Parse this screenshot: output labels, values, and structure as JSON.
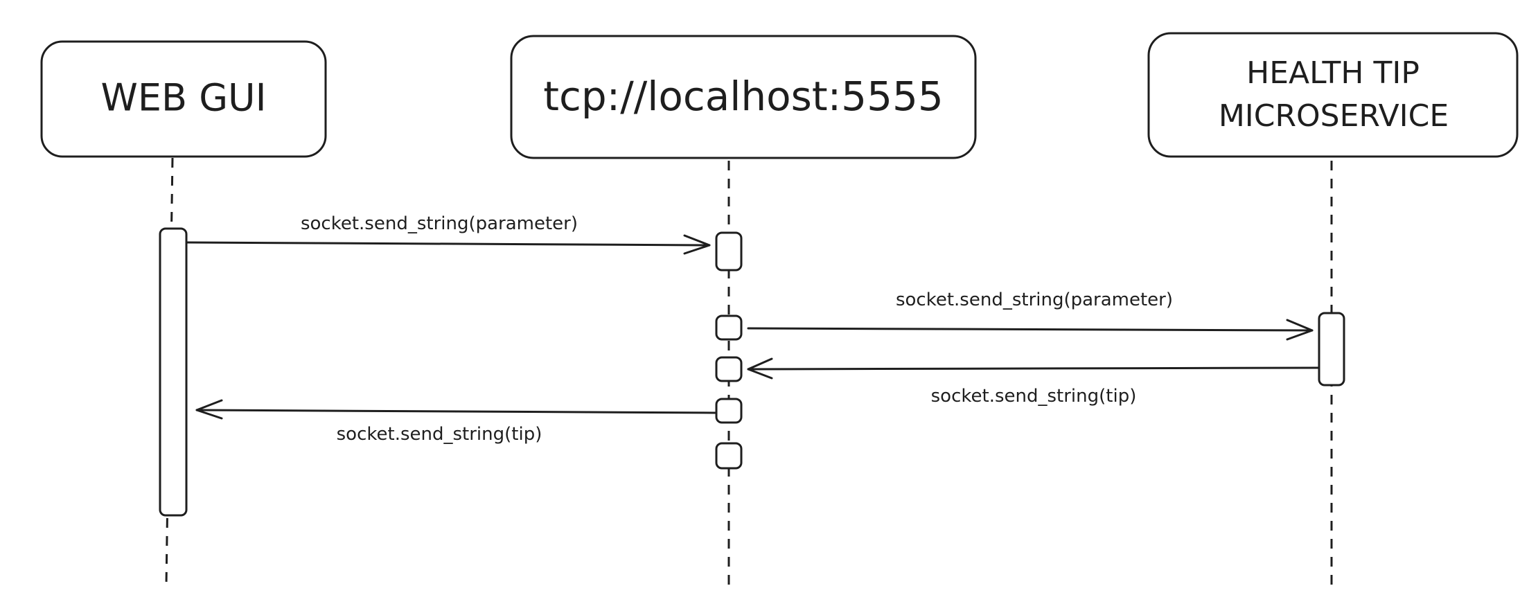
{
  "diagram": {
    "type": "sequence",
    "participants": [
      {
        "id": "web-gui",
        "label_lines": [
          "WEB GUI"
        ]
      },
      {
        "id": "socket",
        "label_lines": [
          "tcp://localhost:5555"
        ]
      },
      {
        "id": "microservice",
        "label_lines": [
          "HEALTH TIP",
          "MICROSERVICE"
        ]
      }
    ],
    "messages": [
      {
        "from": "web-gui",
        "to": "socket",
        "label": "socket.send_string(parameter)"
      },
      {
        "from": "socket",
        "to": "microservice",
        "label": "socket.send_string(parameter)"
      },
      {
        "from": "microservice",
        "to": "socket",
        "label": "socket.send_string(tip)"
      },
      {
        "from": "socket",
        "to": "web-gui",
        "label": "socket.send_string(tip)"
      }
    ]
  },
  "colors": {
    "stroke": "#1e1e1e",
    "background": "#ffffff"
  }
}
